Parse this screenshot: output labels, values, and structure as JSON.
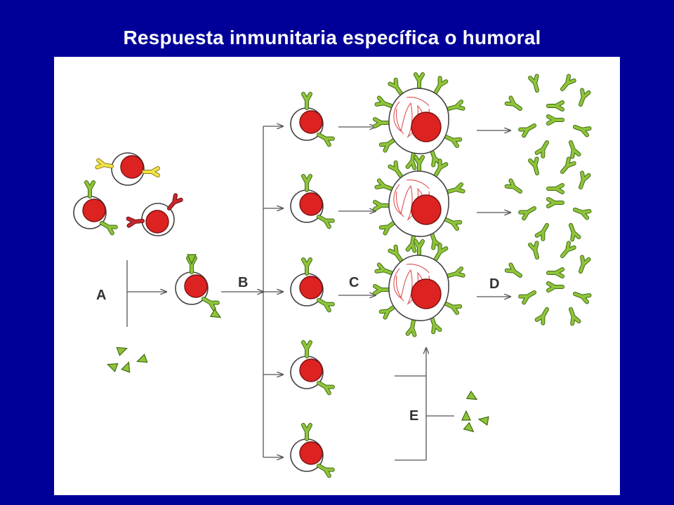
{
  "slide": {
    "title": "Respuesta inmunitaria específica o humoral"
  },
  "diagram": {
    "step_labels": {
      "a": "A",
      "b": "B",
      "c": "C",
      "d": "D",
      "e": "E"
    },
    "colors": {
      "background": "#000099",
      "panel": "#ffffff",
      "nucleus": "#dd2222",
      "antibody_green": "#8fc43a",
      "receptor_yellow": "#f1e24a",
      "receptor_red": "#c8262e",
      "arrow": "#555555",
      "er_lines": "#e05050"
    }
  }
}
